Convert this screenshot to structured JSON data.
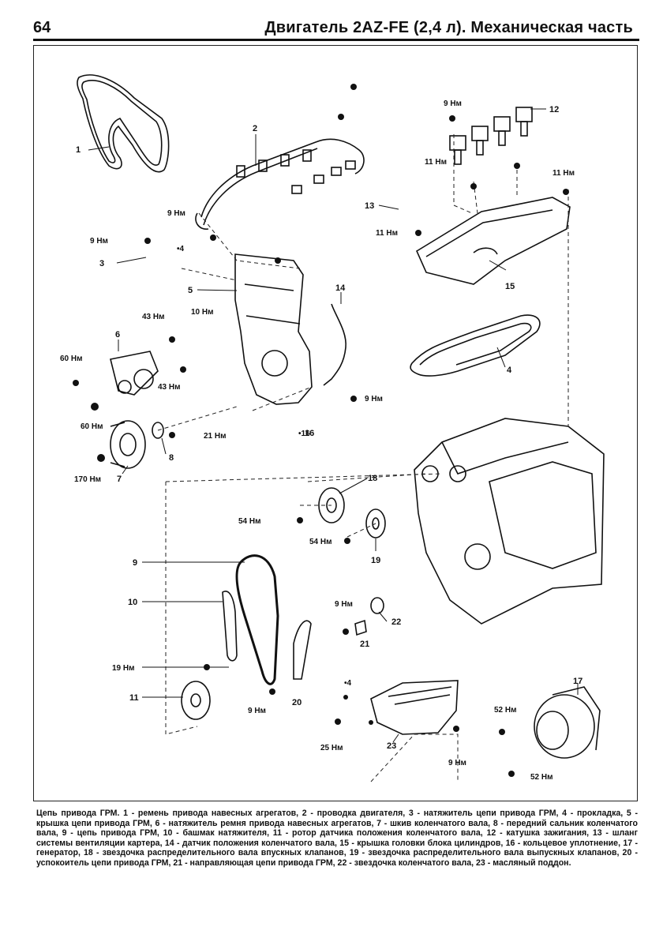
{
  "header": {
    "page_number": "64",
    "title": "Двигатель 2AZ-FE (2,4 л). Механическая часть"
  },
  "diagram": {
    "callouts": [
      "1",
      "2",
      "3",
      "4",
      "5",
      "6",
      "7",
      "8",
      "9",
      "10",
      "11",
      "12",
      "13",
      "14",
      "15",
      "16",
      "17",
      "18",
      "19",
      "20",
      "21",
      "22",
      "23",
      "4"
    ],
    "torque_labels": [
      "9 Нм",
      "9 Нм",
      "11 Нм",
      "11 Нм",
      "11 Нм",
      "9 Нм",
      "43 Нм",
      "10 Нм",
      "60 Нм",
      "43 Нм",
      "60 Нм",
      "21 Нм",
      "170 Нм",
      "9 Нм",
      "54 Нм",
      "54 Нм",
      "9 Нм",
      "19 Нм",
      "9 Нм",
      "25 Нм",
      "9 Нм",
      "52 Нм",
      "52 Нм"
    ],
    "marks": [
      "•4",
      "•16",
      "•4"
    ]
  },
  "caption": "Цепь привода ГРМ. 1 - ремень привода навесных агрегатов, 2 - проводка двигателя, 3 - натяжитель цепи привода ГРМ, 4 - прокладка, 5 - крышка цепи привода ГРМ, 6 - натяжитель ремня привода навесных агрегатов, 7 - шкив коленчатого вала, 8 - передний сальник коленчатого вала, 9 - цепь привода ГРМ, 10 - башмак натяжителя, 11 - ротор датчика положения коленчатого вала, 12 - катушка зажигания, 13 - шланг системы вентиляции картера, 14 - датчик положения коленчатого вала, 15 - крышка головки блока цилиндров, 16 - кольцевое уплотнение, 17 - генератор, 18 - звездочка распределительного вала впускных клапанов, 19 - звездочка распределительного вала выпускных клапанов, 20 - успокоитель цепи привода ГРМ, 21 - направляющая цепи привода ГРМ, 22 - звездочка коленчатого вала, 23 - масляный поддон."
}
